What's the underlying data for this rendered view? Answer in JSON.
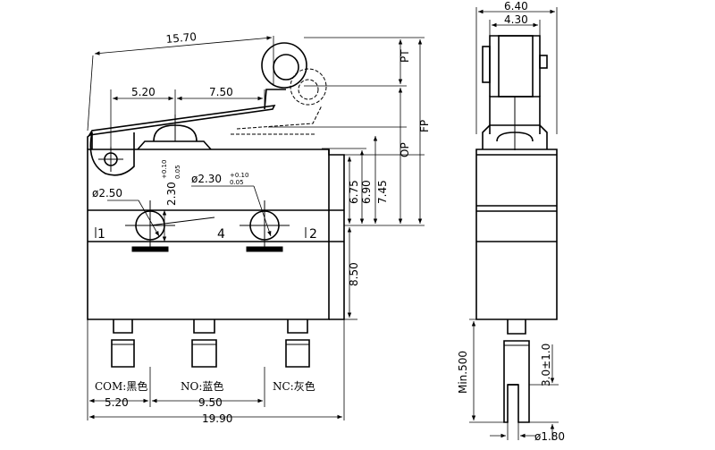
{
  "front_view": {
    "dim_lever_length": "15.70",
    "dim_pivot_to_plunger": "5.20",
    "dim_plunger_to_pivot": "7.50",
    "dim_hole_diameter": "ø2.50",
    "dim_mount_vertical": "2.30",
    "dim_mount_tol_upper": "+0.10",
    "dim_mount_tol_lower": "0.05",
    "dim_mount_hole": "ø2.30",
    "dim_mount_hole_tol_upper": "+0.10",
    "dim_mount_hole_tol_lower": "0.05",
    "dim_675": "6.75",
    "dim_690": "6.90",
    "dim_745": "7.45",
    "dim_op": "OP",
    "dim_fp": "FP",
    "dim_pt": "PT",
    "dim_850": "8.50",
    "dim_bottom_520": "5.20",
    "dim_bottom_950": "9.50",
    "dim_total": "19.90",
    "terminal_mark_1": "1",
    "terminal_mark_4": "4",
    "terminal_mark_2": "2",
    "label_com": "COM:黑色",
    "label_no": "NO:蓝色",
    "label_nc": "NC:灰色"
  },
  "side_view": {
    "dim_width_outer": "6.40",
    "dim_width_inner": "4.30",
    "dim_lead_length": "Min.500",
    "dim_strip": "3.0±1.0",
    "dim_lead_dia": "ø1.80"
  }
}
